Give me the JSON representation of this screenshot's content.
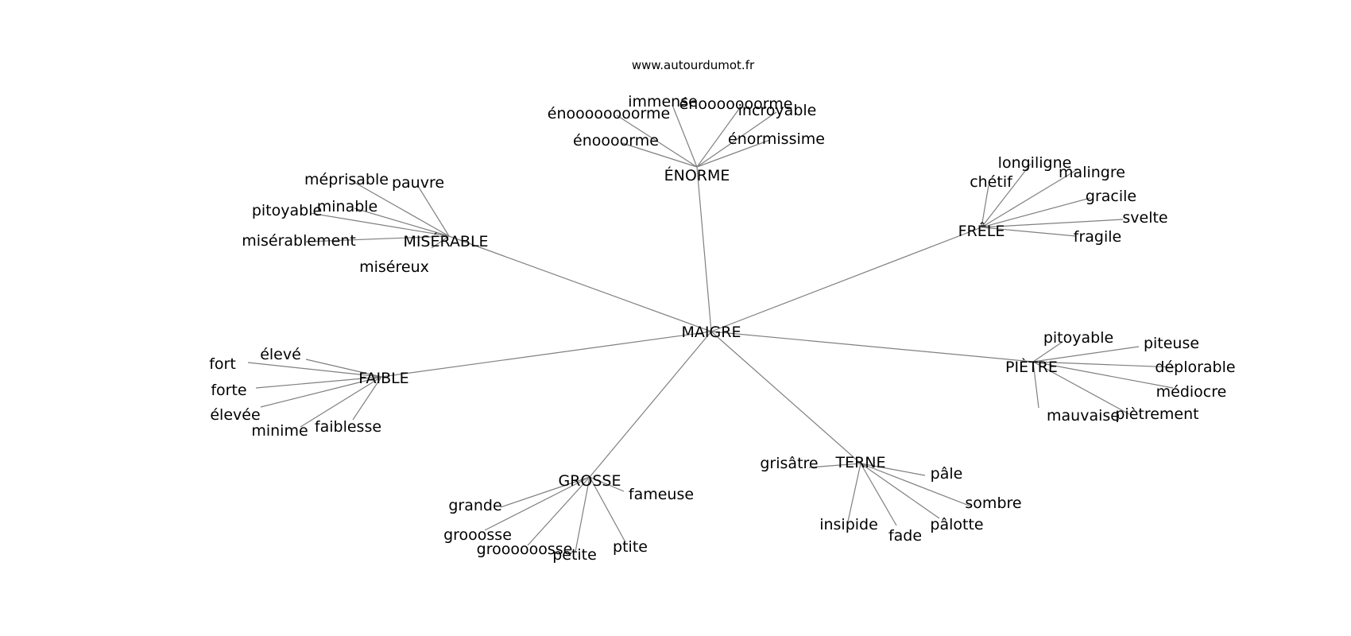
{
  "source": "www.autourdumot.fr",
  "graph": {
    "root": {
      "id": "root",
      "label": "MAIGRE"
    },
    "hubs": [
      {
        "id": "enorme",
        "label": "ÉNORME",
        "leaves": [
          "énoooooooorme",
          "immense",
          "énooooooorme",
          "incroyable",
          "énoooorme",
          "énormissime"
        ]
      },
      {
        "id": "frele",
        "label": "FRÊLE",
        "leaves": [
          "longiligne",
          "chétif",
          "malingre",
          "gracile",
          "svelte",
          "fragile"
        ]
      },
      {
        "id": "miserable",
        "label": "MISÉRABLE",
        "leaves": [
          "méprisable",
          "pauvre",
          "minable",
          "pitoyable",
          "misérablement",
          "miséreux"
        ]
      },
      {
        "id": "faible",
        "label": "FAIBLE",
        "leaves": [
          "élevé",
          "fort",
          "forte",
          "élevée",
          "minime",
          "faiblesse"
        ]
      },
      {
        "id": "pietre",
        "label": "PIÈTRE",
        "leaves": [
          "pitoyable",
          "piteuse",
          "déplorable",
          "médiocre",
          "mauvaise",
          "piètrement"
        ]
      },
      {
        "id": "grosse",
        "label": "GROSSE",
        "leaves": [
          "fameuse",
          "grande",
          "grooosse",
          "groooooosse",
          "petite",
          "ptite"
        ]
      },
      {
        "id": "terne",
        "label": "TERNE",
        "leaves": [
          "grisâtre",
          "pâle",
          "sombre",
          "pâlotte",
          "fade",
          "insipide"
        ]
      }
    ]
  }
}
